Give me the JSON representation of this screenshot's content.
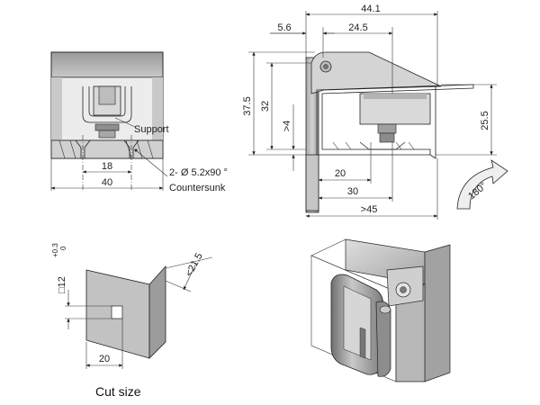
{
  "front_view": {
    "support_label": "Support",
    "dim_18": "18",
    "dim_40": "40",
    "hole_note": "2- Ø 5.2x90 °",
    "countersunk_note": "Countersunk"
  },
  "side_view": {
    "dim_44_1": "44.1",
    "dim_5_6": "5.6",
    "dim_24_5": "24.5",
    "dim_37_5": "37.5",
    "dim_32": "32",
    "dim_gt4": ">4",
    "dim_25_5": "25.5",
    "dim_20": "20",
    "dim_30": "30",
    "dim_gt45": ">45",
    "rotation_label": "180°"
  },
  "cut_view": {
    "square_dim": "□12",
    "tol_upper": "+0.3",
    "tol_lower": "0",
    "dim_lt21_5": "<21.5",
    "dim_20": "20",
    "caption": "Cut size"
  },
  "colors": {
    "steel_dark": "#8a8a8a",
    "steel_mid": "#b5b5b5",
    "steel_light": "#dcdcdc",
    "line": "#222222"
  }
}
